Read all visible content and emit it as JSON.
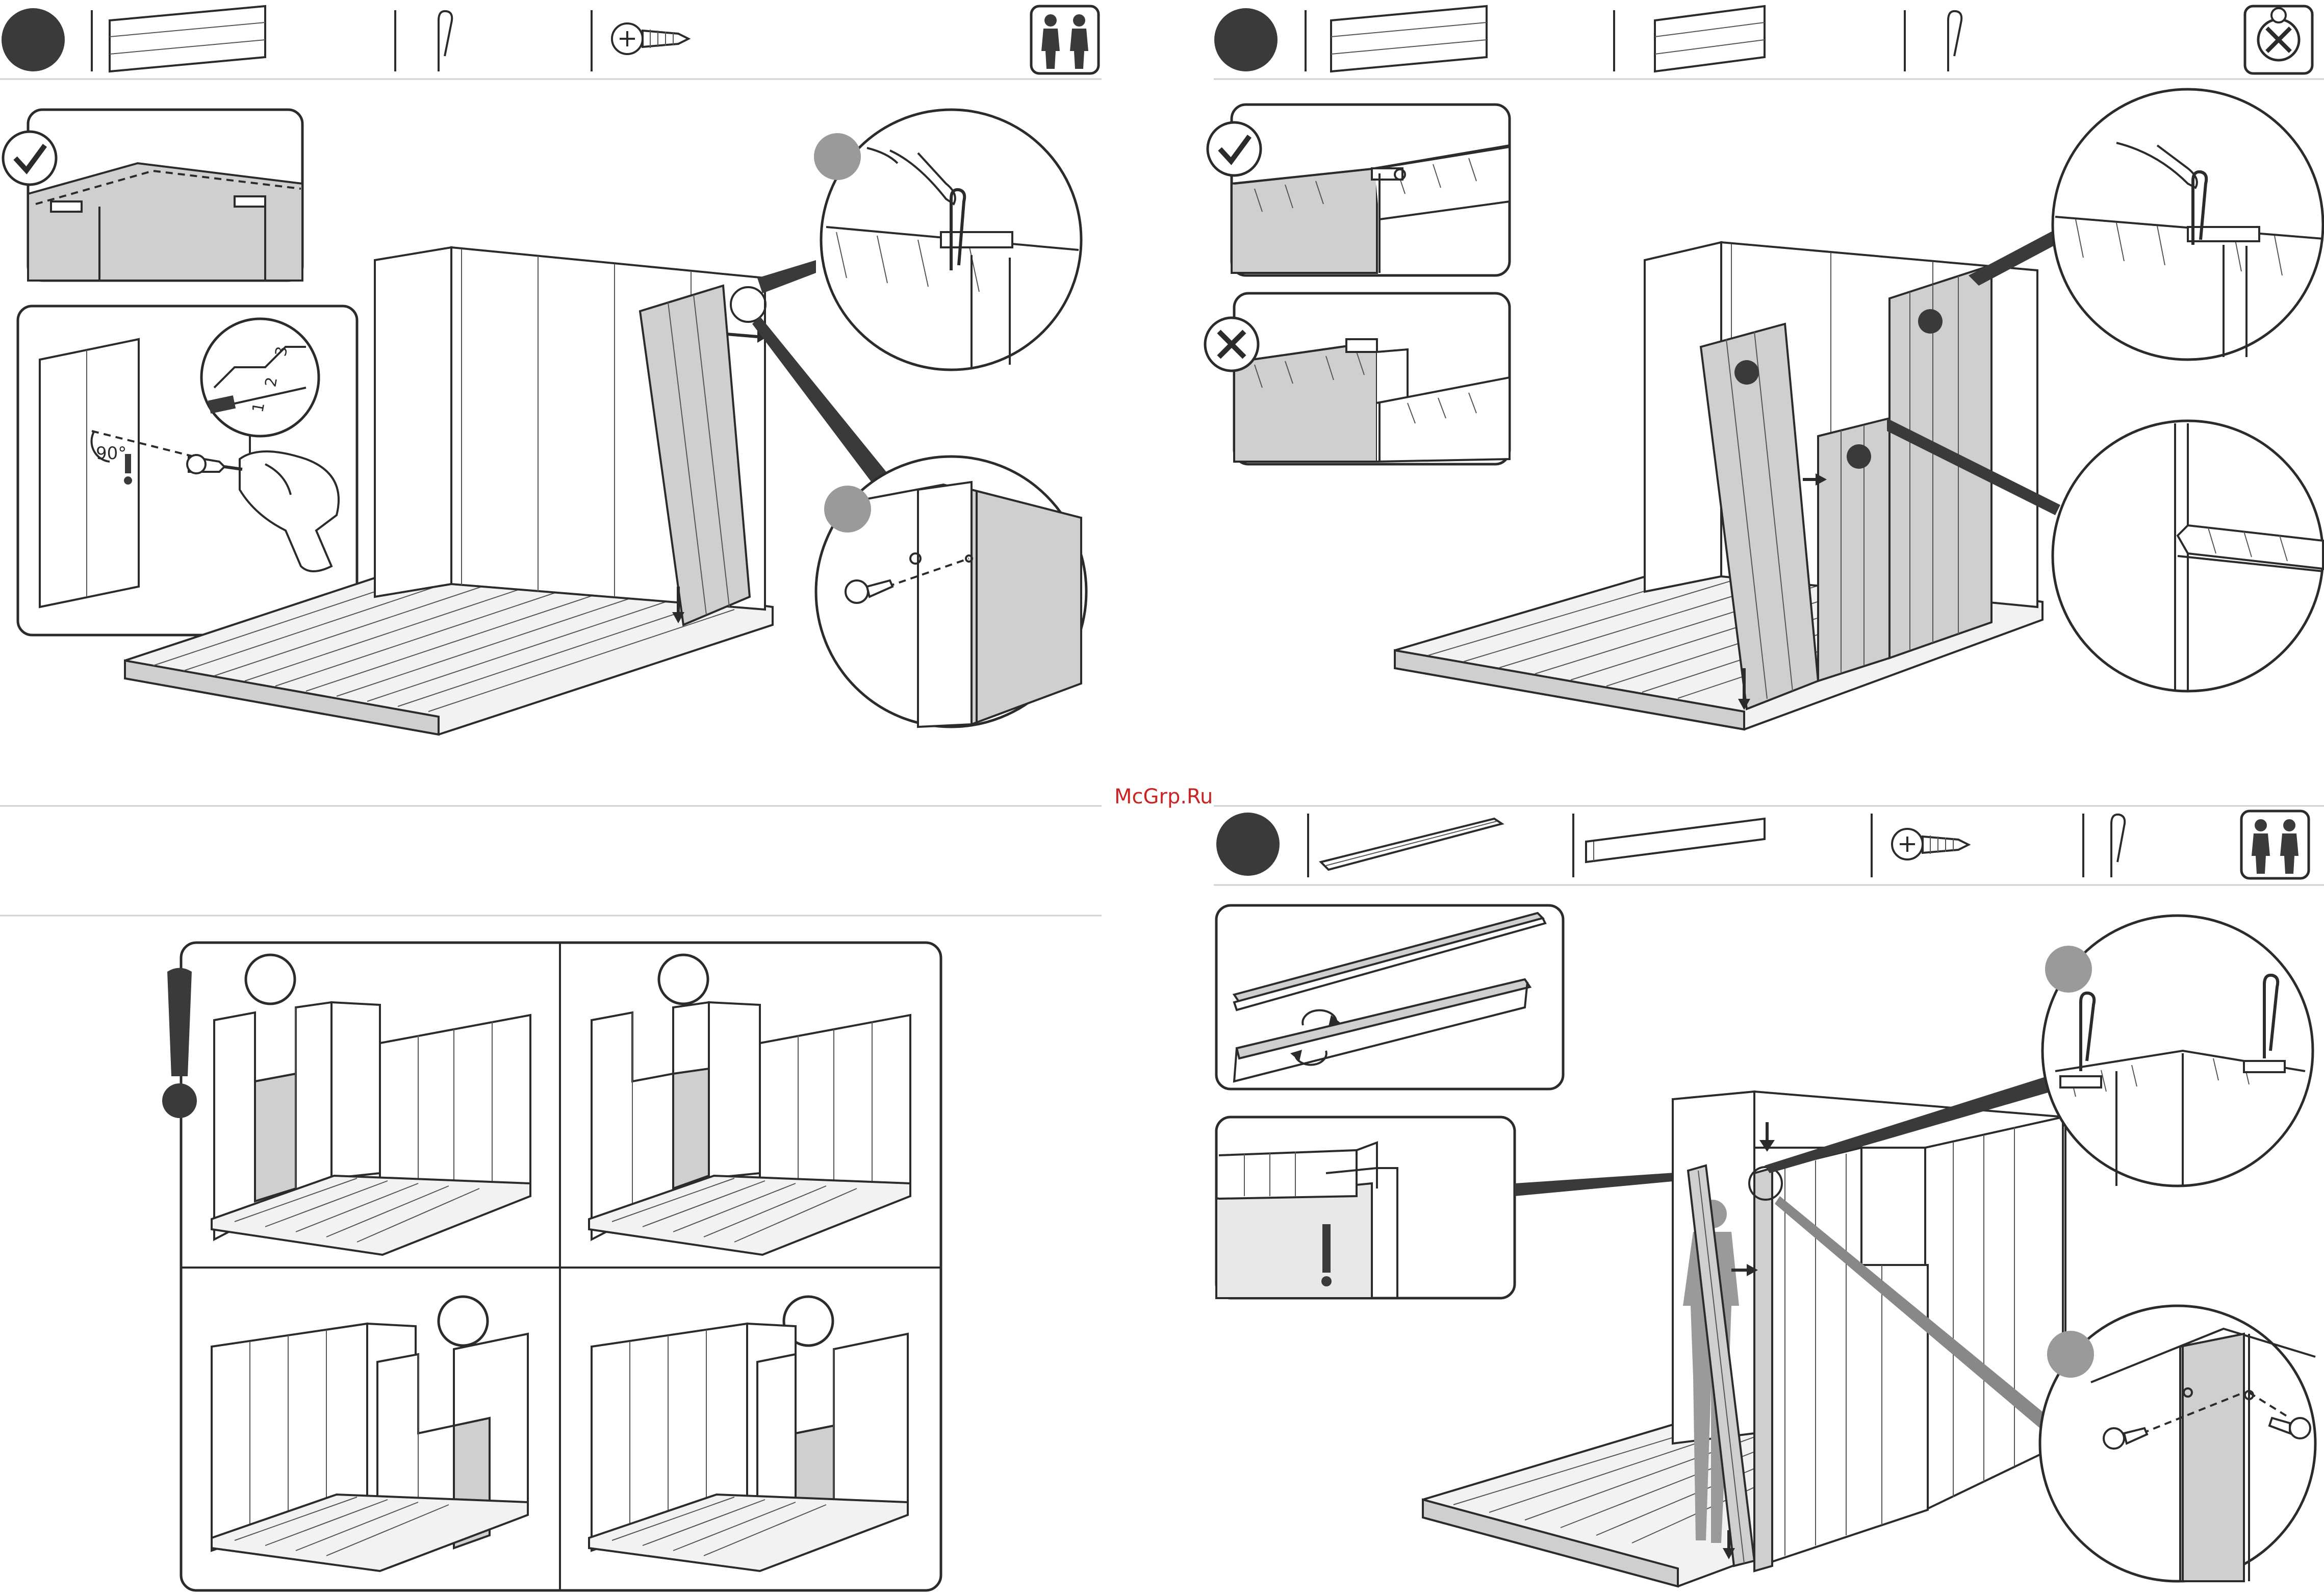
{
  "watermark": "McGrp.Ru",
  "angle_label": "90°",
  "drill_settings": [
    "1",
    "2",
    "3"
  ],
  "colors": {
    "ink": "#2b2b2b",
    "step_circle": "#3a3a3a",
    "callout_circle": "#9a9a9a",
    "panel_shade": "#cfcfcf",
    "watermark": "#cc2222"
  },
  "steps": [
    {
      "id": "top-left",
      "parts": [
        "wall-panel-icon",
        "pin-icon",
        "screw-icon"
      ],
      "people_icon": "two-people-icon",
      "insets": [
        "check-icon",
        "drill-icon"
      ]
    },
    {
      "id": "top-right",
      "parts": [
        "wall-panel-icon",
        "wall-panel-icon",
        "pin-icon"
      ],
      "people_icon": "no-screw-icon",
      "insets": [
        "check-icon",
        "cross-icon"
      ]
    },
    {
      "id": "bottom-left",
      "parts": [],
      "people_icon": "",
      "insets": [
        "warning-icon"
      ]
    },
    {
      "id": "bottom-right",
      "parts": [
        "trim-strip-icon",
        "long-beam-icon",
        "screw-icon",
        "pin-icon"
      ],
      "people_icon": "two-people-icon",
      "insets": [
        "rotate-icon",
        "warning-icon"
      ]
    }
  ]
}
